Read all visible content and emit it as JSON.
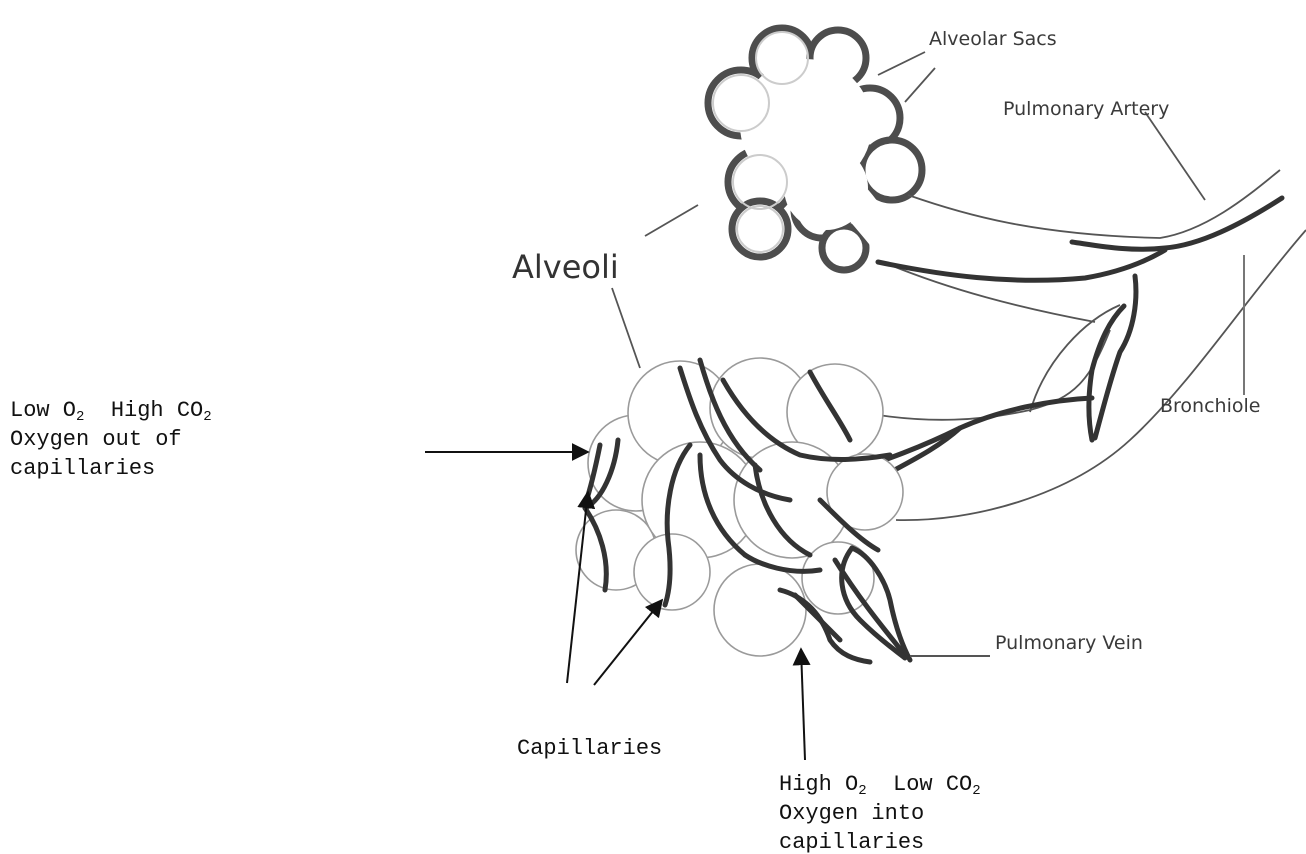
{
  "labels": {
    "alveolar_sacs": "Alveolar Sacs",
    "pulmonary_artery": "Pulmonary Artery",
    "alveoli": "Alveoli",
    "bronchiole": "Bronchiole",
    "pulmonary_vein": "Pulmonary Vein",
    "capillaries": "Capillaries"
  },
  "note_left": {
    "gas1": "Low O",
    "gas1_sub": "2",
    "gas2": "High CO",
    "gas2_sub": "2",
    "line2": "Oxygen out of",
    "line3": "capillaries"
  },
  "note_bottom": {
    "gas1": "High O",
    "gas1_sub": "2",
    "gas2": "Low CO",
    "gas2_sub": "2",
    "line2": "Oxygen into",
    "line3": "capillaries"
  },
  "colors": {
    "ink": "#333333",
    "sac_outline": "#4d4d4d",
    "thin_line": "#555555",
    "circle_line": "#9a9a9a",
    "arrow": "#111111"
  }
}
